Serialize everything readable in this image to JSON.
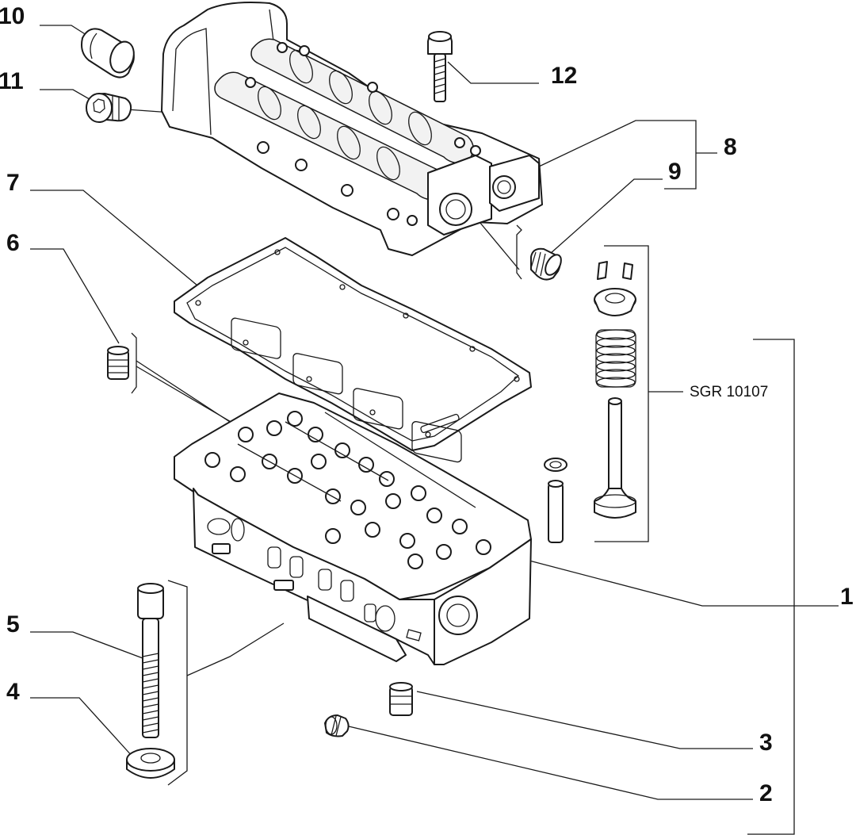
{
  "callouts": {
    "c1": "1",
    "c2": "2",
    "c3": "3",
    "c4": "4",
    "c5": "5",
    "c6": "6",
    "c7": "7",
    "c8": "8",
    "c9": "9",
    "c10": "10",
    "c11": "11",
    "c12": "12"
  },
  "reference_code": "SGR 10107",
  "colors": {
    "ink": "#111111",
    "background": "#ffffff"
  }
}
